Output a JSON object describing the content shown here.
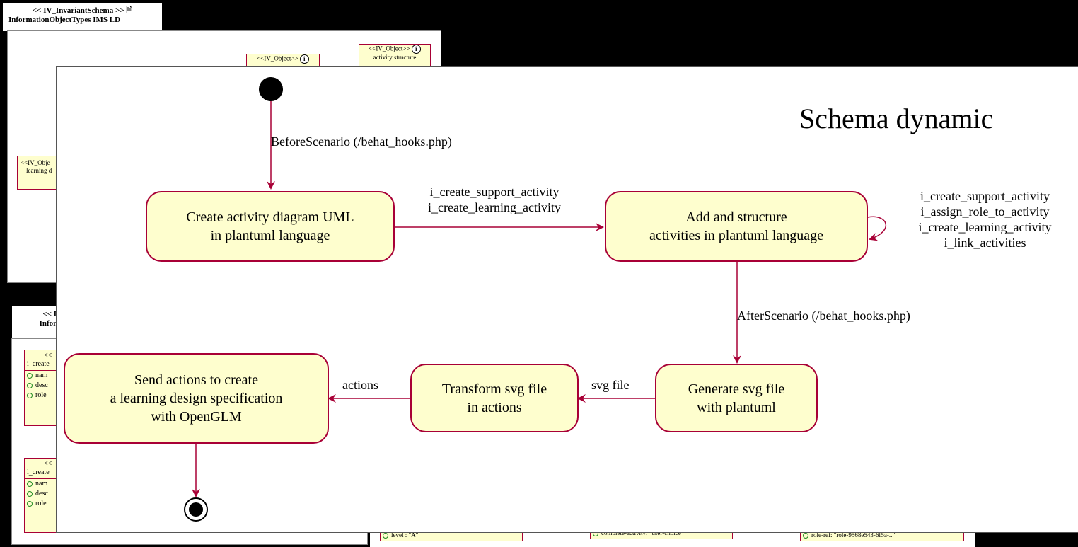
{
  "background": {
    "top_tab": {
      "line1": "<< IV_InvariantSchema >>",
      "line2": "InformationObjectTypes IMS LD"
    },
    "objects": [
      {
        "label": "<<IV_Object>>"
      },
      {
        "label": "<<IV_Object>>",
        "sublabel": "activity structure"
      },
      {
        "label": "<<IV_Obje",
        "sublabel": "learning d"
      }
    ],
    "bottom_tab": {
      "line1": "<< IV_",
      "line2": "Informat"
    },
    "left_objects": [
      {
        "header_line1": "<<",
        "header_line2": "i_create",
        "rows": [
          "nam",
          "desc",
          "role"
        ]
      },
      {
        "header_line1": "<<",
        "header_line2": "i_create",
        "rows": [
          "nam",
          "desc",
          "role"
        ]
      }
    ],
    "bottom_strip": [
      {
        "row": "level : \"A\""
      },
      {
        "row": "complete-activity: \"user-choice\""
      },
      {
        "row": "role-ref: \"role-9568e543-6f5a-...\""
      }
    ]
  },
  "diagram": {
    "title": "Schema dynamic",
    "states": {
      "create_uml": [
        "Create activity diagram UML",
        "in plantuml language"
      ],
      "add_structure": [
        "Add and structure",
        "activities in plantuml language"
      ],
      "generate_svg": [
        "Generate svg file",
        "with plantuml"
      ],
      "transform_svg": [
        "Transform svg file",
        "in actions"
      ],
      "send_actions": [
        "Send actions to create",
        "a learning design specification",
        "with OpenGLM"
      ]
    },
    "transitions": {
      "start_to_create": "BeforeScenario (/behat_hooks.php)",
      "create_to_add": [
        "i_create_support_activity",
        "i_create_learning_activity"
      ],
      "add_self_loop": [
        "i_create_support_activity",
        "i_assign_role_to_activity",
        "i_create_learning_activity",
        "i_link_activities"
      ],
      "add_to_generate": "AfterScenario (/behat_hooks.php)",
      "generate_to_transform": "svg file",
      "transform_to_send": "actions"
    }
  },
  "colors": {
    "state_fill": "#fefece",
    "state_border": "#a80036",
    "arrow": "#a80036"
  }
}
